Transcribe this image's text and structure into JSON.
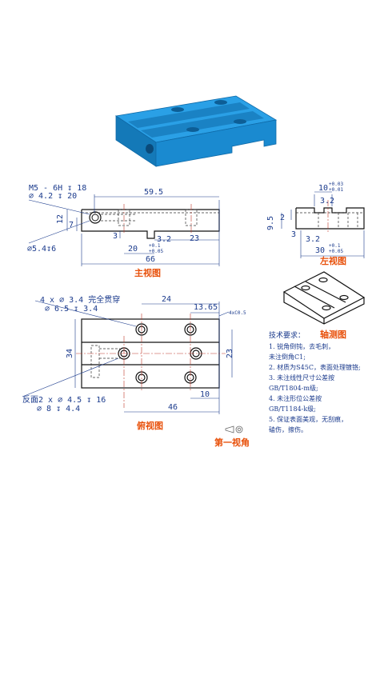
{
  "views": {
    "front": {
      "title": "主视图"
    },
    "left": {
      "title": "左视图"
    },
    "axonometric": {
      "title": "轴测图"
    },
    "top": {
      "title": "俯视图"
    },
    "projection": {
      "label": "第一视角"
    }
  },
  "front_dims": {
    "thread": "M5 - 6H ↧ 18",
    "drill": "⌀ 4.2 ↧ 20",
    "cbore": "⌀5.4↧6",
    "d59": "59.5",
    "d66": "66",
    "d12": "12",
    "d7": "7",
    "d3": "3",
    "d32": "3.2",
    "d20": "20",
    "tol20_up": "+0.1",
    "tol20_lo": "+0.05",
    "d23": "23"
  },
  "left_dims": {
    "d10": "10",
    "tol10_up": "+0.03",
    "tol10_lo": "+0.01",
    "d32a": "3.2",
    "d2": "2",
    "d95": "9.5",
    "d3": "3",
    "d32b": "3.2",
    "d30": "30",
    "tol30_up": "+0.1",
    "tol30_lo": "+0.05"
  },
  "top_dims": {
    "holes": "4 x ⌀ 3.4 完全贯穿",
    "cbore": "⌀ 6.5 ↧ 3.4",
    "d24": "24",
    "d1365": "13.65",
    "chamfer": "4xC0.5",
    "d34": "34",
    "d23": "23",
    "back_holes": "反面2 x ⌀ 4.5 ↧ 16",
    "back_cbore": "⌀ 8 ↧ 4.4",
    "d10": "10",
    "d46": "46"
  },
  "tech_notes": {
    "heading": "技术要求：",
    "lines": [
      "1. 锐角倒钝，去毛刺，",
      "未注倒角C1;",
      "2. 材质为S45C，表面处理镀铬;",
      "3. 未注线性尺寸公差按",
      "GB/T1804-m级;",
      "4. 未注形位公差按",
      "GB/T1184-k级;",
      "5. 保证表面美观，无刮痕，",
      "磕伤，擦伤。"
    ]
  },
  "colors": {
    "dimension": "#1a3a8c",
    "title": "#e8500a",
    "part_blue": "#1e90d8",
    "centerline": "#c0392b"
  }
}
